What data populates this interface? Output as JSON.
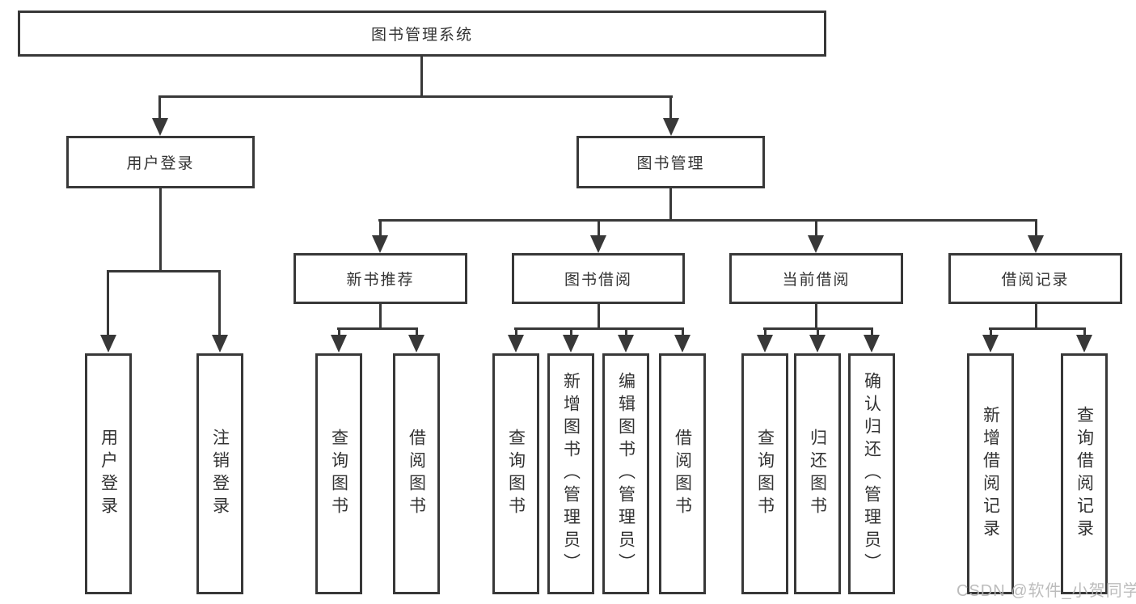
{
  "nodes": {
    "root": "图书管理系统",
    "user_login": "用户登录",
    "book_mgmt": "图书管理",
    "new_book_rec": "新书推荐",
    "book_borrow": "图书借阅",
    "current_borrow": "当前借阅",
    "borrow_record": "借阅记录",
    "leaf_user_login": "用户登录",
    "leaf_logout": "注销登录",
    "leaf_rec_search_book": "查询图书",
    "leaf_rec_borrow_book": "借阅图书",
    "leaf_bb_search_book": "查询图书",
    "leaf_bb_add_book": "新增图书（管理员）",
    "leaf_bb_edit_book": "编辑图书（管理员）",
    "leaf_bb_borrow_book": "借阅图书",
    "leaf_cb_search_book": "查询图书",
    "leaf_cb_return_book": "归还图书",
    "leaf_cb_confirm_return": "确认归还（管理员）",
    "leaf_br_add_record": "新增借阅记录",
    "leaf_br_search_record": "查询借阅记录"
  },
  "watermark": "CSDN @软件_小贺同学",
  "colors": {
    "line": "#383838",
    "text": "#333333",
    "watermark": "#b5b5b5",
    "background": "#ffffff"
  }
}
